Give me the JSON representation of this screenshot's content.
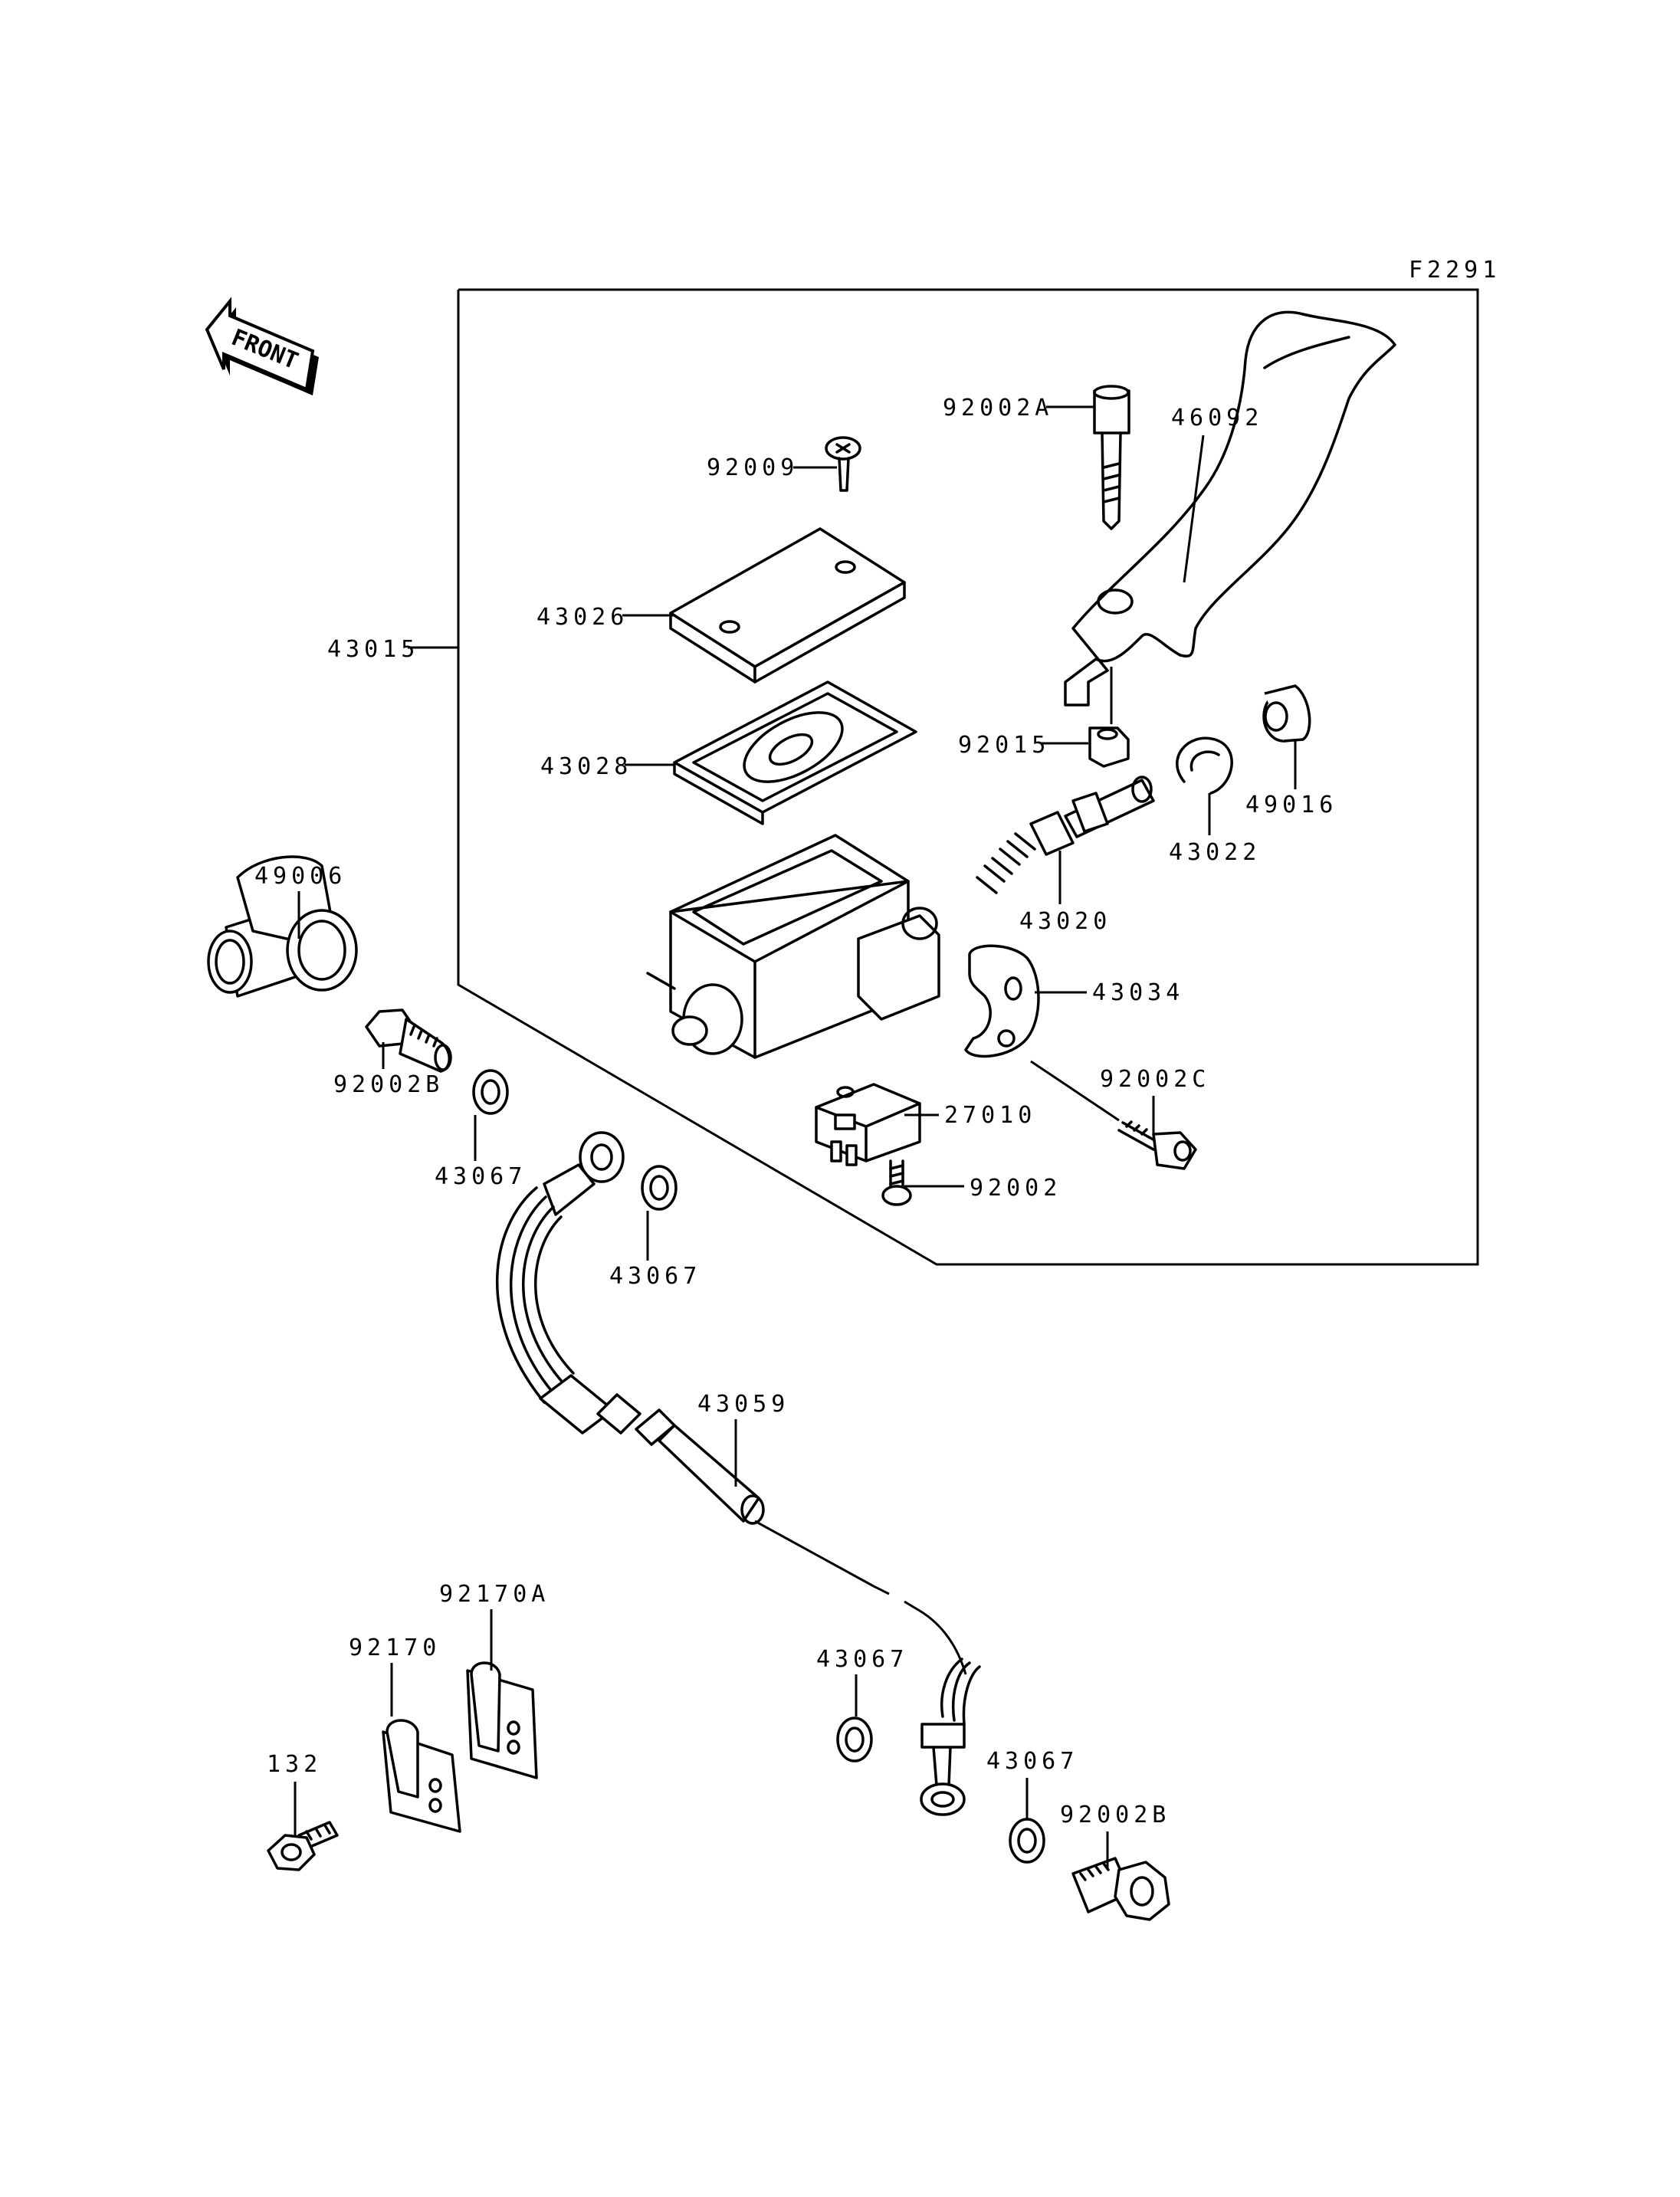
{
  "figure_code": "F2291",
  "front_label": "FRONT",
  "labels": {
    "p92002A": "92002A",
    "p46092": "46092",
    "p92009": "92009",
    "p43026": "43026",
    "p43015": "43015",
    "p43028": "43028",
    "p92015": "92015",
    "p49016": "49016",
    "p43022": "43022",
    "p49006": "49006",
    "p43020": "43020",
    "p43034": "43034",
    "p92002C": "92002C",
    "p92002B_upper": "92002B",
    "p27010": "27010",
    "p43067_a": "43067",
    "p92002": "92002",
    "p43067_b": "43067",
    "p43059": "43059",
    "p92170A": "92170A",
    "p92170": "92170",
    "p43067_c": "43067",
    "p132": "132",
    "p43067_d": "43067",
    "p92002B_lower": "92002B"
  }
}
